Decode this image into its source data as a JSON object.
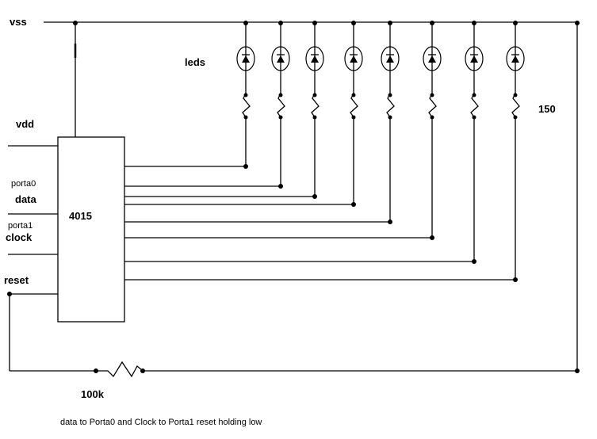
{
  "labels": {
    "vss": "vss",
    "vdd": "vdd",
    "porta0": "porta0",
    "data": "data",
    "porta1": "porta1",
    "clock": "clock",
    "reset": "reset",
    "chip": "4015",
    "leds": "leds",
    "r150": "150",
    "r100k": "100k"
  },
  "caption": "data to Porta0 and Clock to Porta1 reset holding low",
  "led_count": 8
}
